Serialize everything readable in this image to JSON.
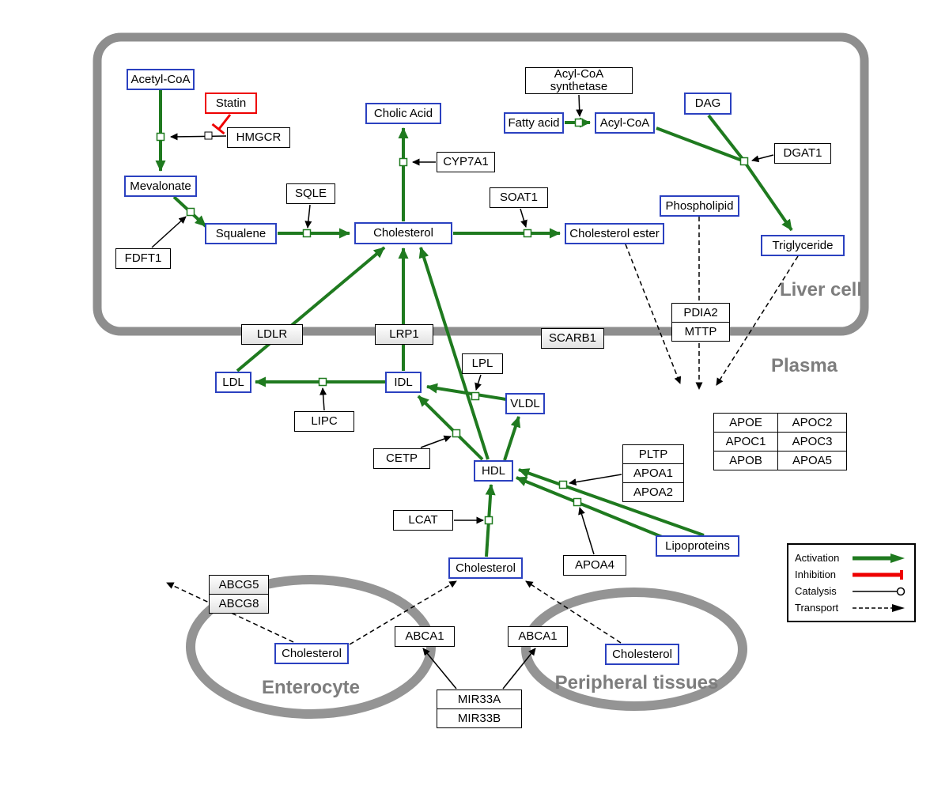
{
  "colors": {
    "activation_green": "#1f7a1f",
    "inhibition_red": "#ee0000",
    "metabolite_blue": "#2b41c0",
    "compartment_gray": "#8e8e8e",
    "label_gray": "#7d7d7d"
  },
  "compartments": {
    "liver": "Liver cell",
    "plasma": "Plasma",
    "enterocyte": "Enterocyte",
    "peripheral": "Peripheral tissues"
  },
  "nodes": {
    "acetyl_coa": "Acetyl-CoA",
    "statin": "Statin",
    "hmgcr": "HMGCR",
    "mevalonate": "Mevalonate",
    "fdft1": "FDFT1",
    "squalene": "Squalene",
    "sqle": "SQLE",
    "cholesterol_liver": "Cholesterol",
    "cholic_acid": "Cholic Acid",
    "cyp7a1": "CYP7A1",
    "soat1": "SOAT1",
    "cholesterol_ester": "Cholesterol ester",
    "acyl_coa_synthetase": "Acyl-CoA synthetase",
    "fatty_acid": "Fatty acid",
    "acyl_coa": "Acyl-CoA",
    "dag": "DAG",
    "dgat1": "DGAT1",
    "phospholipid": "Phospholipid",
    "triglyceride": "Triglyceride",
    "pdia2": "PDIA2",
    "mttp": "MTTP",
    "ldlr": "LDLR",
    "lrp1": "LRP1",
    "scarb1": "SCARB1",
    "ldl": "LDL",
    "lipc": "LIPC",
    "idl": "IDL",
    "lpl": "LPL",
    "vldl": "VLDL",
    "cetp": "CETP",
    "hdl": "HDL",
    "pltp": "PLTP",
    "apoa1": "APOA1",
    "apoa2": "APOA2",
    "lcat": "LCAT",
    "apoa4": "APOA4",
    "lipoproteins": "Lipoproteins",
    "apo_table": [
      [
        "APOE",
        "APOC2"
      ],
      [
        "APOC1",
        "APOC3"
      ],
      [
        "APOB",
        "APOA5"
      ]
    ],
    "cholesterol_plasma": "Cholesterol",
    "abcg5": "ABCG5",
    "abcg8": "ABCG8",
    "cholesterol_enterocyte": "Cholesterol",
    "abca1_left": "ABCA1",
    "abca1_right": "ABCA1",
    "cholesterol_peripheral": "Cholesterol",
    "mir33a": "MIR33A",
    "mir33b": "MIR33B"
  },
  "legend": {
    "activation": "Activation",
    "inhibition": "Inhibition",
    "catalysis": "Catalysis",
    "transport": "Transport"
  }
}
